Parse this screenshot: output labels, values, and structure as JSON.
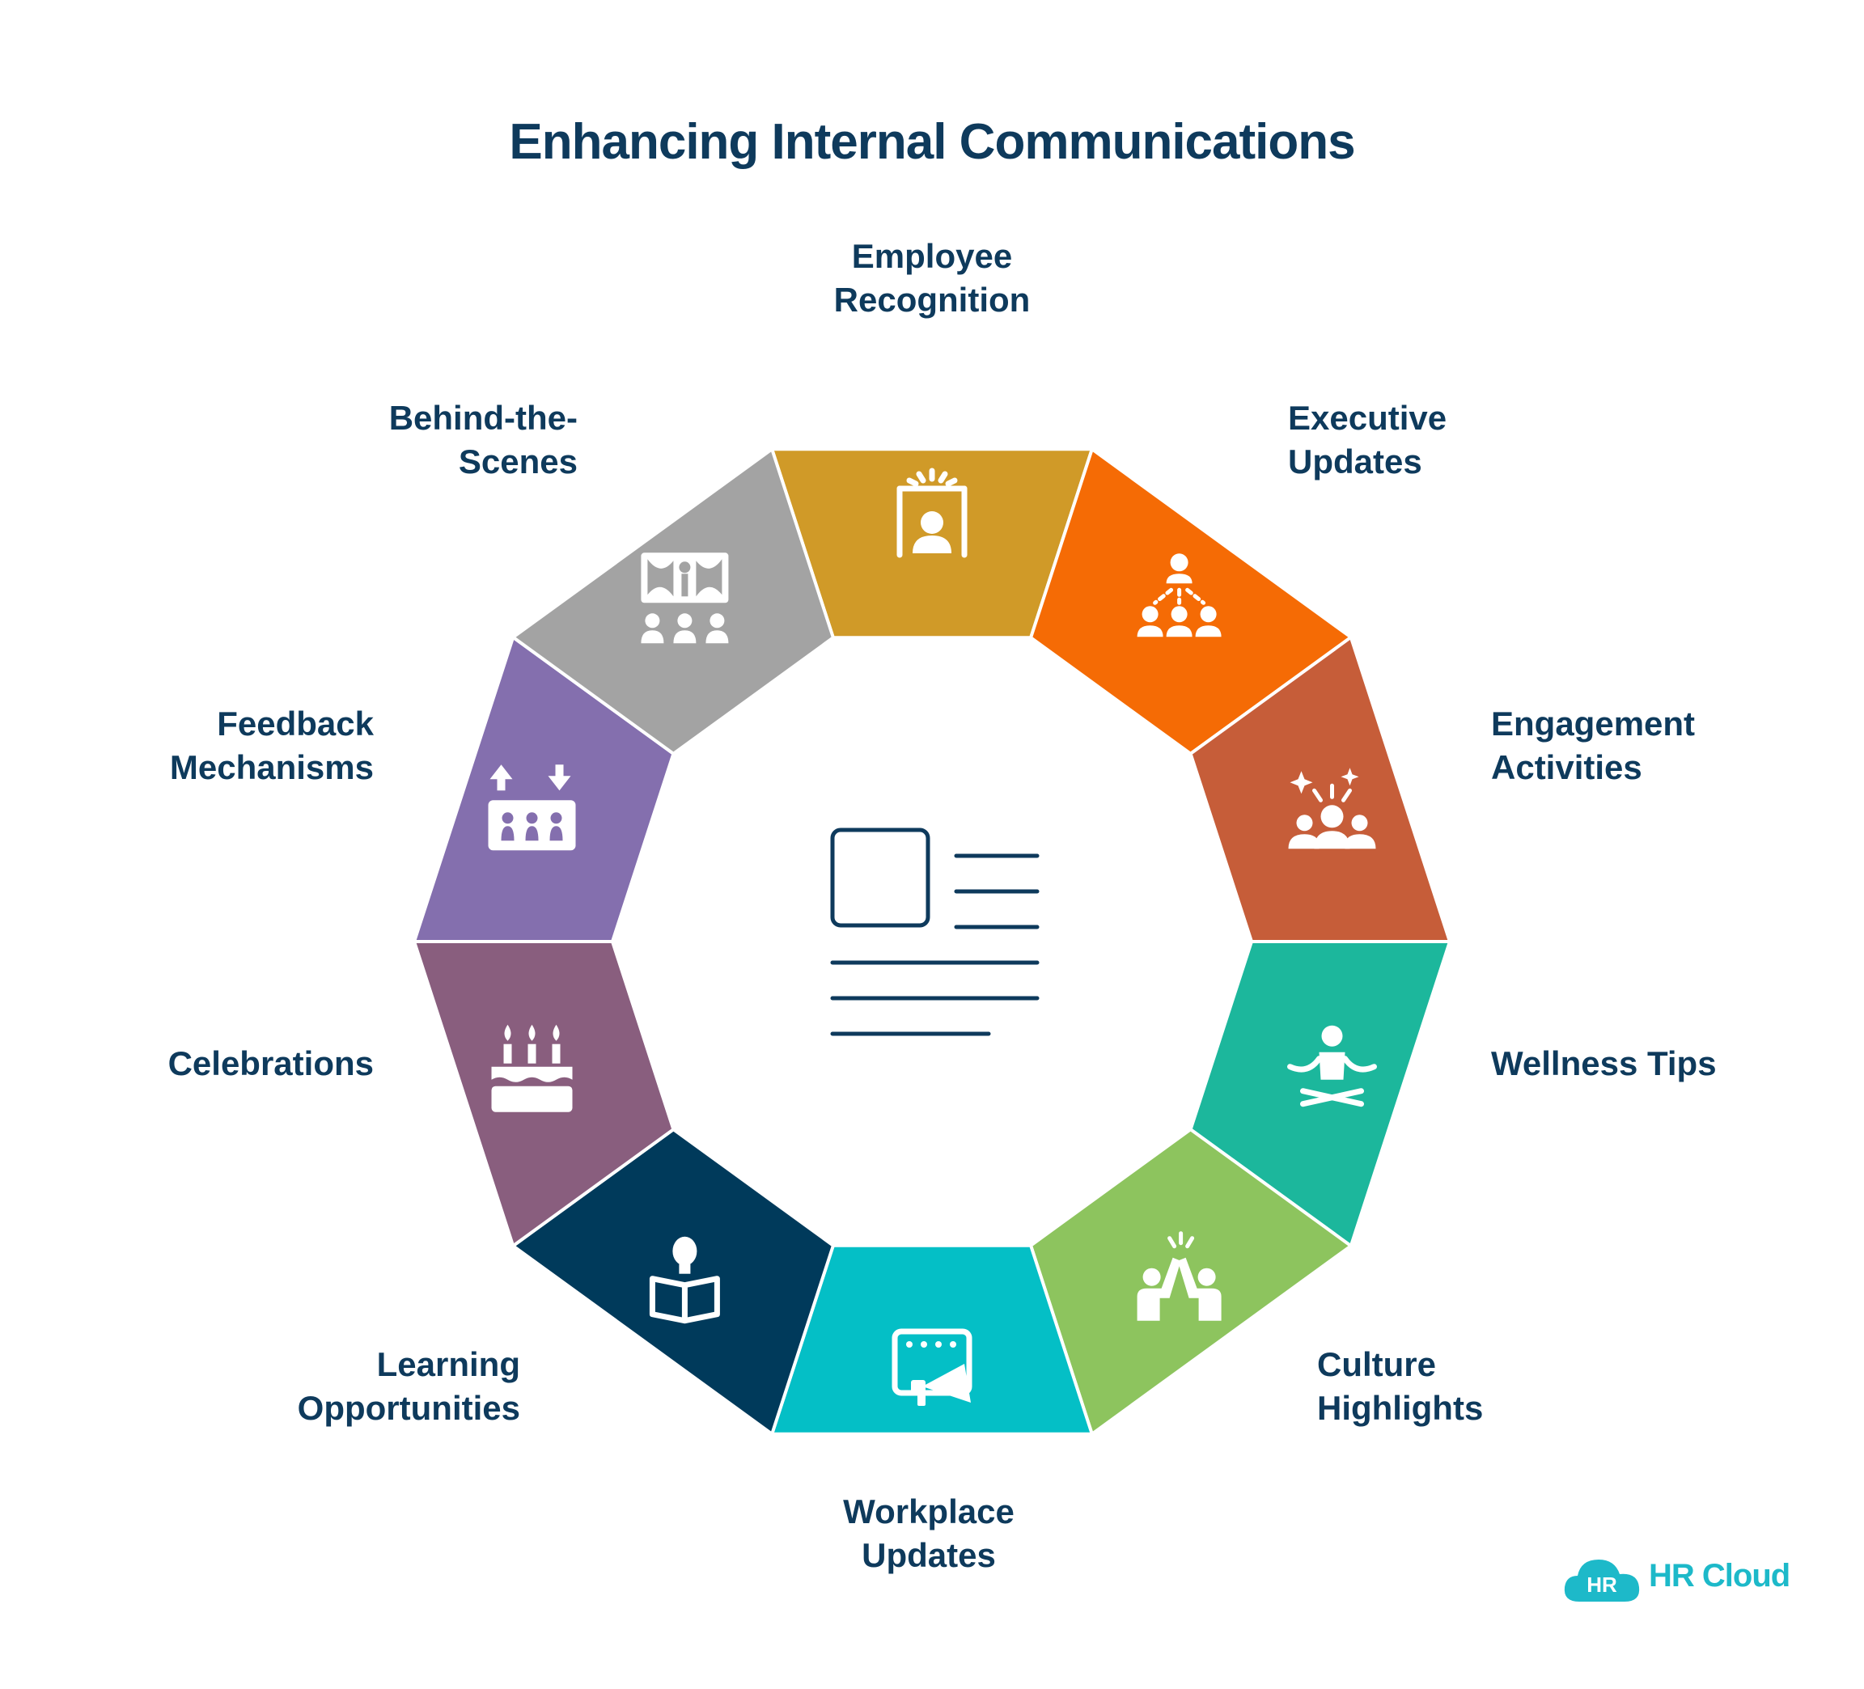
{
  "title": "Enhancing Internal Communications",
  "segments": [
    {
      "line1": "Employee",
      "line2": "Recognition",
      "color": "#d09a28",
      "icon": "award-presenter-icon"
    },
    {
      "line1": "Executive",
      "line2": "Updates",
      "color": "#f56b05",
      "icon": "hierarchy-cascade-icon"
    },
    {
      "line1": "Engagement",
      "line2": "Activities",
      "color": "#c65d39",
      "icon": "group-celebration-icon"
    },
    {
      "line1": "Wellness Tips",
      "line2": "",
      "color": "#1cb79c",
      "icon": "meditation-icon"
    },
    {
      "line1": "Culture",
      "line2": "Highlights",
      "color": "#8dc45e",
      "icon": "high-five-icon"
    },
    {
      "line1": "Workplace",
      "line2": "Updates",
      "color": "#04bfc6",
      "icon": "announcement-screen-icon"
    },
    {
      "line1": "Learning",
      "line2": "Opportunities",
      "color": "#003a5b",
      "icon": "reading-person-icon"
    },
    {
      "line1": "Celebrations",
      "line2": "",
      "color": "#895e7e",
      "icon": "birthday-cake-icon"
    },
    {
      "line1": "Feedback",
      "line2": "Mechanisms",
      "color": "#846fae",
      "icon": "feedback-exchange-icon"
    },
    {
      "line1": "Behind-the-",
      "line2": "Scenes",
      "color": "#a3a3a3",
      "icon": "stage-curtain-icon"
    }
  ],
  "center_icon": "newsletter-document-icon",
  "logo": {
    "badge": "HR",
    "text": "HR Cloud",
    "color": "#1db9c9"
  }
}
